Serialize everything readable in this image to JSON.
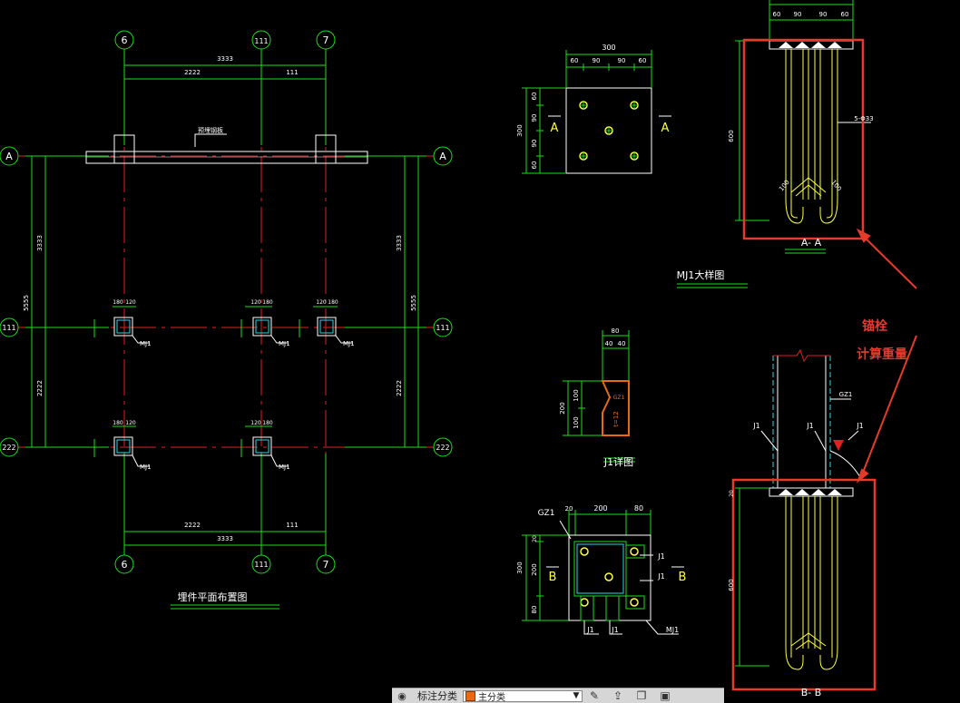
{
  "drawing": {
    "plan": {
      "axis_top": [
        "6",
        "111",
        "7"
      ],
      "axis_bottom": [
        "6",
        "111",
        "7"
      ],
      "axis_left": [
        "A",
        "111",
        "222"
      ],
      "axis_right": [
        "A",
        "111",
        "222"
      ],
      "dim_top_left": "2222",
      "dim_top_right": "111",
      "dim_top_total": "3333",
      "dim_bottom_left": "2222",
      "dim_bottom_right": "111",
      "dim_bottom_total": "3333",
      "dim_left_upper": "3333",
      "dim_left_lower": "2222",
      "dim_left_total": "5555",
      "dim_right_upper": "3333",
      "dim_right_lower": "2222",
      "dim_right_total": "5555",
      "beam_note": "预埋钢板",
      "col_dim_a": "180",
      "col_dim_b": "120",
      "embed_label": "MJ1",
      "title": "埋件平面布置图"
    },
    "mj1": {
      "dim_total": "300",
      "dim_segments": [
        "60",
        "90",
        "90",
        "60"
      ],
      "side_total": "300",
      "side_segments": [
        "60",
        "90",
        "90",
        "60"
      ],
      "section_mark": "A",
      "title": "MJ1大样图"
    },
    "section_aa": {
      "dim_segments": [
        "60",
        "90",
        "90",
        "60"
      ],
      "dim_height": "600",
      "bar_note": "5-Φ33",
      "bend_a": "100",
      "bend_b": "100",
      "title": "A- A"
    },
    "j1": {
      "dim_top": "80",
      "dim_top_segments": [
        "40",
        "40"
      ],
      "dim_height": "200",
      "dim_side_segments": [
        "100",
        "100"
      ],
      "plate_label": "t=12",
      "plate_code": "GZ1",
      "title": "J1详图"
    },
    "bottom_detail": {
      "gz_label": "GZ1",
      "dim_segments": [
        "20",
        "200",
        "80"
      ],
      "side_total": "300",
      "side_segments": [
        "20",
        "200",
        "80"
      ],
      "section_mark": "B",
      "j1_labels": [
        "J1",
        "J1",
        "J1",
        "J1"
      ],
      "mj_label": "MJ1"
    },
    "section_bb": {
      "gz_label": "GZ1",
      "j1_labels": [
        "J1",
        "J1",
        "J1"
      ],
      "dim_top": "20",
      "dim_height": "600",
      "title": "B- B"
    },
    "annotation": {
      "line1": "锚栓",
      "line2": "计算重量",
      "color": "#e83a2a"
    }
  },
  "statusbar": {
    "label": "标注分类",
    "layer_name": "主分类"
  },
  "colors": {
    "background": "#000000",
    "axis_line": "#e02020",
    "dim_line": "#19e019",
    "text": "#ffffff",
    "yellow": "#ffff3c",
    "highlight": "#e83a2a",
    "cyan": "#2bd6e8"
  }
}
